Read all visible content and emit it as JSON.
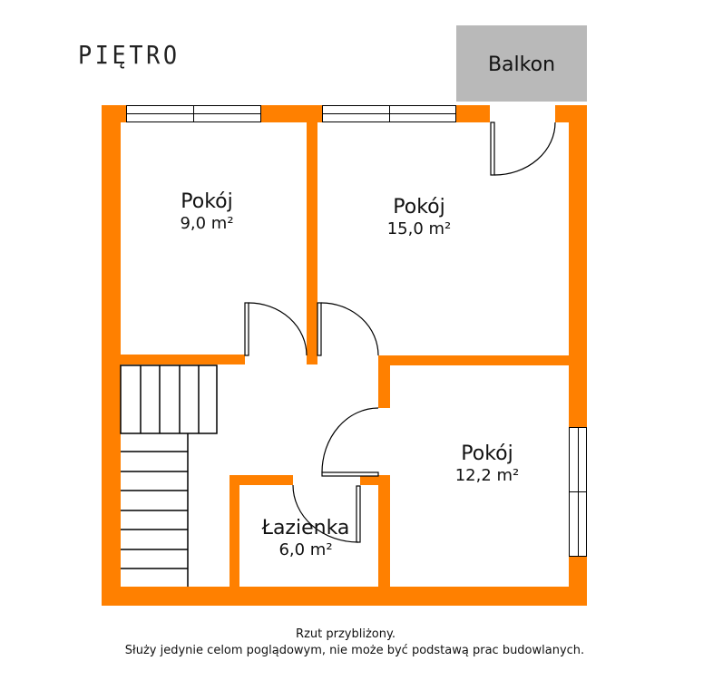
{
  "title": "PIĘTRO",
  "balcony": {
    "label": "Balkon",
    "color": "#b9b9b9"
  },
  "colors": {
    "wall": "#ff8000",
    "background": "#ffffff"
  },
  "rooms": [
    {
      "name": "Pokój",
      "area": "9,0 m²"
    },
    {
      "name": "Pokój",
      "area": "15,0 m²"
    },
    {
      "name": "Pokój",
      "area": "12,2 m²"
    },
    {
      "name": "Łazienka",
      "area": "6,0 m²"
    }
  ],
  "footer": {
    "line1": "Rzut przybliżony.",
    "line2": "Służy jedynie celom poglądowym, nie może być podstawą prac budowlanych."
  }
}
